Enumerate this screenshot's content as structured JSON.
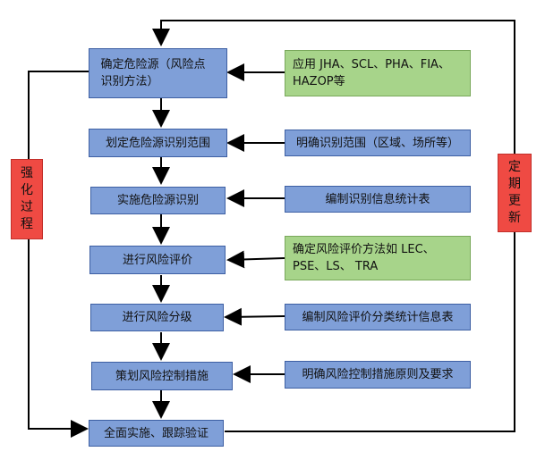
{
  "steps": [
    "确定危险源（风险点识别方法）",
    "划定危险源识别范围",
    "实施危险源识别",
    "进行风险评价",
    "进行风险分级",
    "策划风险控制措施",
    "全面实施、跟踪验证"
  ],
  "notes": [
    "应用 JHA、SCL、PHA、FIA、HAZOP等",
    "明确识别范围（区域、场所等）",
    "编制识别信息统计表",
    "确定风险评价方法如 LEC、PSE、LS、 TRA",
    "编制风险评价分类统计信息表",
    "明确风险控制措施原则及要求"
  ],
  "side_labels": {
    "left": [
      "强",
      "化",
      "过",
      "程"
    ],
    "right": [
      "定",
      "期",
      "更",
      "新"
    ]
  }
}
